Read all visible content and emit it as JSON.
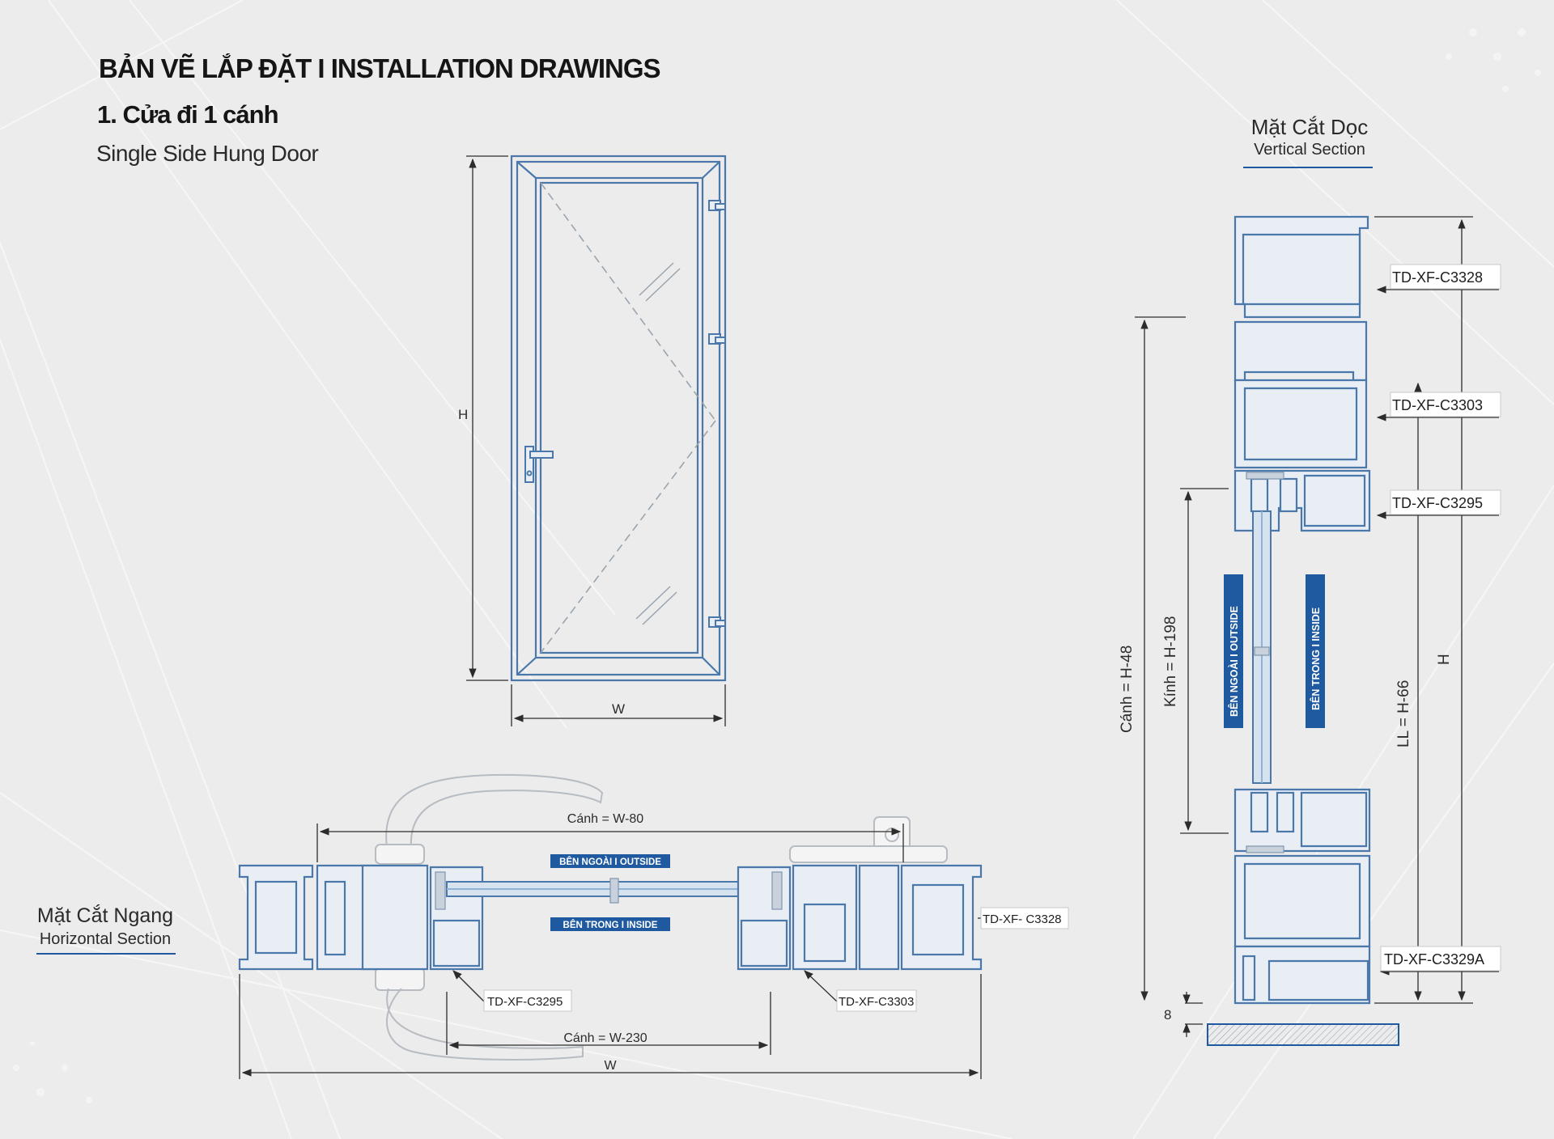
{
  "header": {
    "title": "BẢN VẼ LẮP ĐẶT I INSTALLATION DRAWINGS",
    "subtitle": "1. Cửa đi 1 cánh",
    "subtitle_en": "Single Side Hung Door"
  },
  "vertical_section": {
    "title": "Mặt Cắt Dọc",
    "subtitle": "Vertical Section",
    "labels": [
      "TD-XF-C3328",
      "TD-XF-C3303",
      "TD-XF-C3295",
      "TD-XF-C3329A"
    ],
    "dims": {
      "sash": "Cánh = H-48",
      "glass": "Kính = H-198",
      "ll": "LL = H-66",
      "height": "H",
      "gap": "8"
    },
    "outside_tag": "BÊN NGOÀI I OUTSIDE",
    "inside_tag": "BÊN TRONG I INSIDE"
  },
  "horizontal_section": {
    "title": "Mặt Cắt Ngang",
    "subtitle": "Horizontal Section",
    "labels": [
      "TD-XF- C3328",
      "TD-XF-C3295",
      "TD-XF-C3303"
    ],
    "dims": {
      "sash_outer": "Cánh = W-80",
      "sash_inner": "Cánh = W-230",
      "width": "W"
    },
    "outside_tag": "BÊN NGOÀI I OUTSIDE",
    "inside_tag": "BÊN TRONG I INSIDE"
  },
  "elevation": {
    "height_label": "H",
    "width_label": "W"
  },
  "colors": {
    "profile_stroke": "#4a78ab",
    "profile_fill": "#e9eef4",
    "accent": "#1f5aa0",
    "tag_bg": "#1f5aa0",
    "dim_line": "#2c2c2c"
  }
}
